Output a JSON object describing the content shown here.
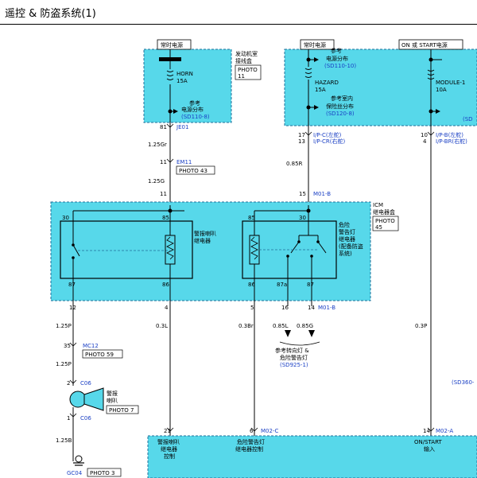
{
  "title": "遥控 & 防盗系统(1)",
  "colors": {
    "box_fill": "#57d8ea",
    "wire": "#000000",
    "blue_text": "#1a3fc4",
    "dash": "#1f6f9a"
  },
  "fuse_box_left": {
    "header": "常时电源",
    "box_label": [
      "发动机室",
      "接线盒"
    ],
    "photo": [
      "PHOTO",
      "11"
    ],
    "fuse_name": "HORN",
    "fuse_rating": "15A",
    "ref_title": "参考",
    "ref_sub": "电源分布",
    "ref_code": "(SD110-8)"
  },
  "fuse_box_right": {
    "header_left": "常时电源",
    "header_right": "ON 或 START电源",
    "ref1_title": "参考",
    "ref1_sub": "电源分布",
    "ref1_code": "(SD110-10)",
    "fuse1_name": "HAZARD",
    "fuse1_rating": "15A",
    "ref2_title": "参考室内",
    "ref2_sub": "保险丝分布",
    "ref2_code": "(SD120-8)",
    "fuse2_name": "MODULE-1",
    "fuse2_rating": "10A",
    "cut_code": "(SD"
  },
  "connectors": {
    "je01_pin": "81",
    "je01": "JE01",
    "w_125gr": "1.25Gr",
    "em11_pin": "11",
    "em11": "EM11",
    "photo43": "PHOTO 43",
    "w_125g": "1.25G",
    "icm_pin11": "11",
    "ip_pin17": "17",
    "ip_c": "I/P-C(左舵)",
    "ip_pin13": "13",
    "ip_cr": "I/P-CR(右舵)",
    "w_085r": "0.85R",
    "m01_pin15": "15",
    "m01b_top": "M01-B",
    "ip_pin10": "10",
    "ip_b": "I/P-B(左舵)",
    "ip_pin4": "4",
    "ip_br": "I/P-BR(右舵)"
  },
  "icm": {
    "label_code": "ICM",
    "label_name": "继电器盒",
    "photo": [
      "PHOTO",
      "45"
    ],
    "relay1_name": [
      "警报喇叭",
      "继电器"
    ],
    "relay2_name": [
      "危险",
      "警告灯",
      "继电器",
      "(配备防盗",
      "系统)"
    ],
    "r1_p30": "30",
    "r1_p85": "85",
    "r1_p87": "87",
    "r1_p86": "86",
    "r2_p85": "85",
    "r2_p30": "30",
    "r2_p86": "86",
    "r2_p87a": "87a",
    "r2_p87": "87"
  },
  "lower": {
    "pin12": "12",
    "pin4": "4",
    "pin5": "5",
    "pin16": "16",
    "pin14": "14",
    "m01b": "M01-B",
    "w_125p": "1.25P",
    "w_03l": "0.3L",
    "w_03br": "0.3Br",
    "w_085l": "0.85L",
    "w_085g": "0.85G",
    "w_03p": "0.3P",
    "mc12_pin": "35",
    "mc12": "MC12",
    "photo59": "PHOTO 59",
    "w_125p_2": "1.25P",
    "c06_pin2": "2",
    "c06_top": "C06",
    "horn_label": [
      "警报",
      "喇叭"
    ],
    "photo7": "PHOTO 7",
    "c06_pin1": "1",
    "c06_bot": "C06",
    "w_125b": "1.25B",
    "gc04": "GC04",
    "photo3": "PHOTO 3",
    "ref_turn": "参考转向灯 &",
    "ref_hazard": "危险警告灯",
    "ref_code": "(SD925-1)",
    "sd360": "(SD360-"
  },
  "bottom": {
    "pin21": "21",
    "pin6": "6",
    "m02c": "M02-C",
    "pin14": "14",
    "m02a": "M02-A",
    "lbl1": [
      "警报喇叭",
      "继电器",
      "控制"
    ],
    "lbl2": [
      "危险警告灯",
      "继电器控制"
    ],
    "lbl3": [
      "ON/START",
      "输入"
    ]
  }
}
